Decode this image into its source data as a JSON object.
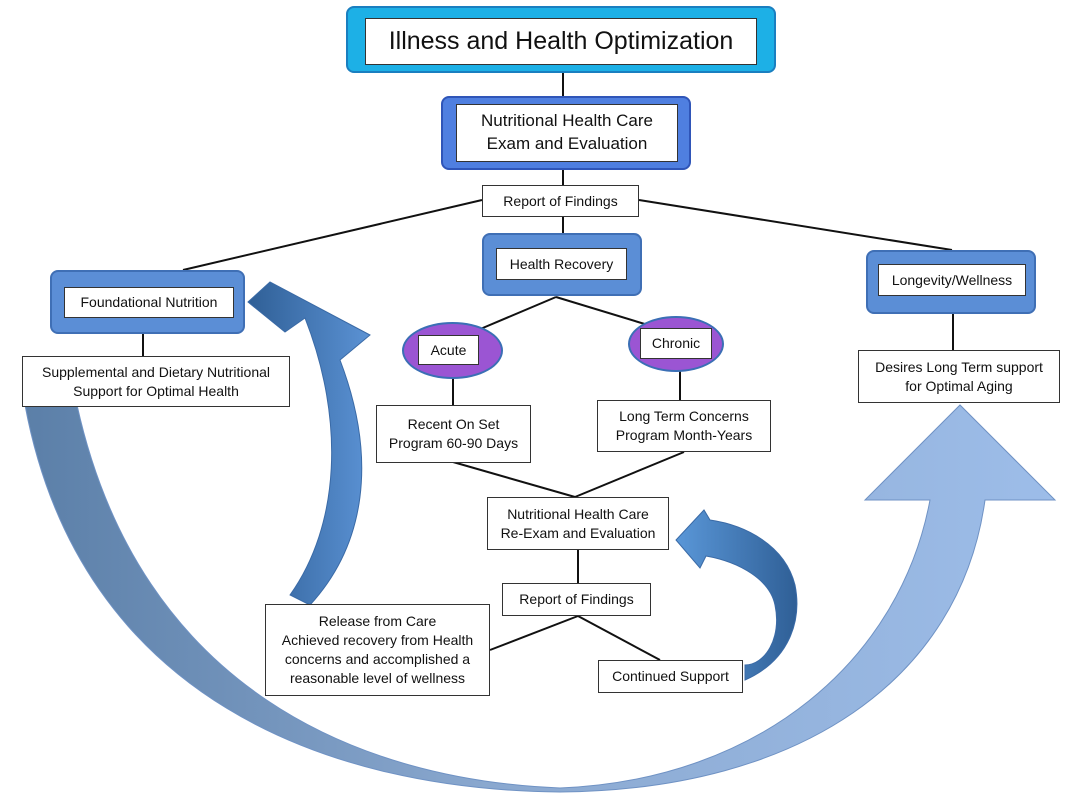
{
  "title": "Illness and Health Optimization",
  "exam": "Nutritional Health Care\nExam and Evaluation",
  "report1": "Report of Findings",
  "health_recovery": "Health Recovery",
  "foundational": "Foundational Nutrition",
  "longevity": "Longevity/Wellness",
  "supplemental": "Supplemental and Dietary Nutritional\nSupport for Optimal Health",
  "desires": "Desires Long Term support\nfor Optimal Aging",
  "acute": "Acute",
  "chronic": "Chronic",
  "recent": "Recent On Set\nProgram 60-90 Days",
  "longterm": "Long Term Concerns\nProgram Month-Years",
  "reexam": "Nutritional Health Care\nRe-Exam and Evaluation",
  "report2": "Report of Findings",
  "release": "Release from Care\nAchieved recovery from Health\nconcerns and accomplished a\nreasonable level of wellness",
  "continued": "Continued Support",
  "colors": {
    "cyan_frame": "#1db0e6",
    "blue_frame": "#4f7fe0",
    "mid_frame": "#5b8ed6",
    "oval_purple": "#9b55d3",
    "arrow_dark": "#3f76b4",
    "arrow_light": "#8fb4e6"
  }
}
